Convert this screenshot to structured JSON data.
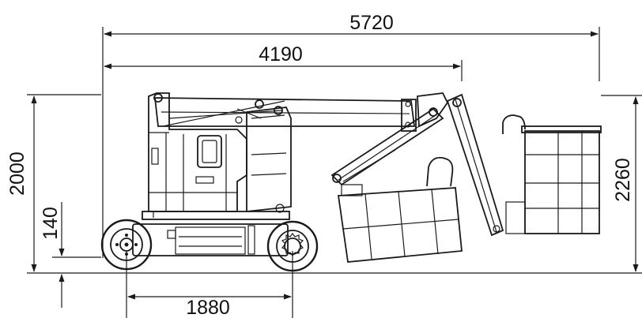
{
  "dimensions": {
    "overall_length": "5720",
    "platform_outreach": "4190",
    "stowed_height": "2000",
    "ground_clearance": "140",
    "wheelbase": "1880",
    "platform_height": "2260"
  },
  "colors": {
    "line": "#1a1a1a",
    "background": "#ffffff"
  }
}
